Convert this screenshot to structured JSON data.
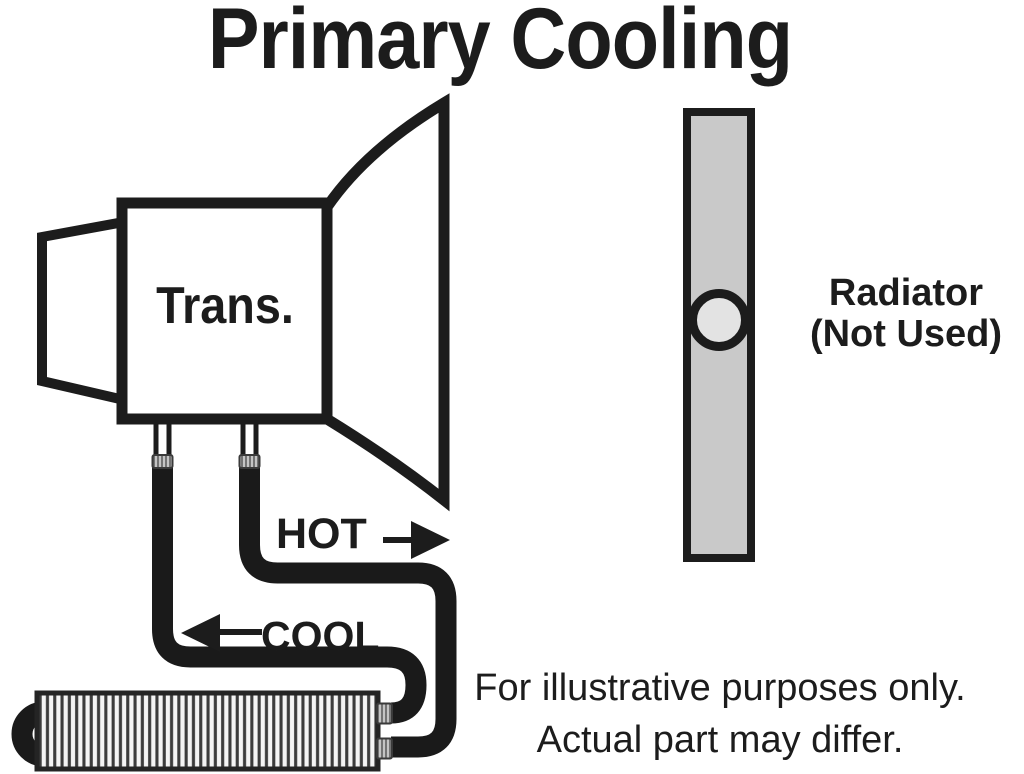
{
  "title": "Primary Cooling",
  "transmission": {
    "label": "Trans."
  },
  "flows": {
    "hot_label": "HOT",
    "cool_label": "COOL"
  },
  "radiator": {
    "line1": "Radiator",
    "line2": "(Not Used)"
  },
  "cooler": {
    "description": "transmission-oil-cooler"
  },
  "disclaimer": {
    "line1": "For illustrative purposes only.",
    "line2": "Actual part may differ."
  },
  "colors": {
    "line": "#1c1c1c",
    "radiator_fill": "#c9c9c9",
    "radiator_circle_fill": "#e3e3e3",
    "fin_dark": "#3c3c3c",
    "fin_light": "#f4f4f4",
    "nut_fill": "#c4c4c4"
  }
}
